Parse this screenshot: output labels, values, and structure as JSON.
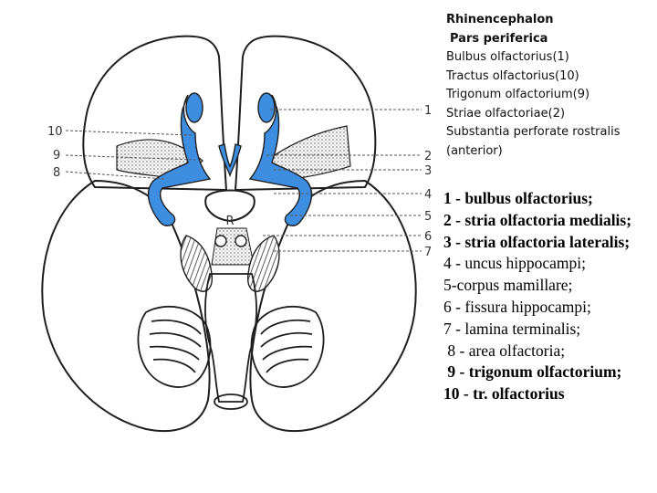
{
  "colors": {
    "olfactory_blue": "#3d8ee0",
    "outline": "#1e1e1e",
    "stipple": "#cfcfcf"
  },
  "diagram": {
    "labels_left": [
      "10",
      "9",
      "8"
    ],
    "labels_right": [
      "1",
      "2",
      "3",
      "4",
      "5",
      "6",
      "7"
    ],
    "center_letter": "R"
  },
  "top_notes": {
    "heading": "Rhinencephalon",
    "subheading": "Pars periferica",
    "items": [
      "Bulbus olfactorius(1)",
      "Tractus olfactorius(10)",
      "Trigonum olfactorium(9)",
      "Striae olfactoriae(2)",
      "Substantia perforate rostralis",
      "(anterior)"
    ]
  },
  "legend": {
    "items": [
      "1 - bulbus olfactorius;",
      "2 - stria olfactoria medialis;",
      "3 - stria olfactoria lateralis;",
      "4 - uncus hippocampi;",
      "5-corpus mamillare;",
      "6 - fissura hippocampi;",
      "7 - lamina terminalis;",
      " 8 - area olfactoria;",
      " 9 - trigonum olfactorium;",
      "10 - tr. olfactorius"
    ]
  }
}
